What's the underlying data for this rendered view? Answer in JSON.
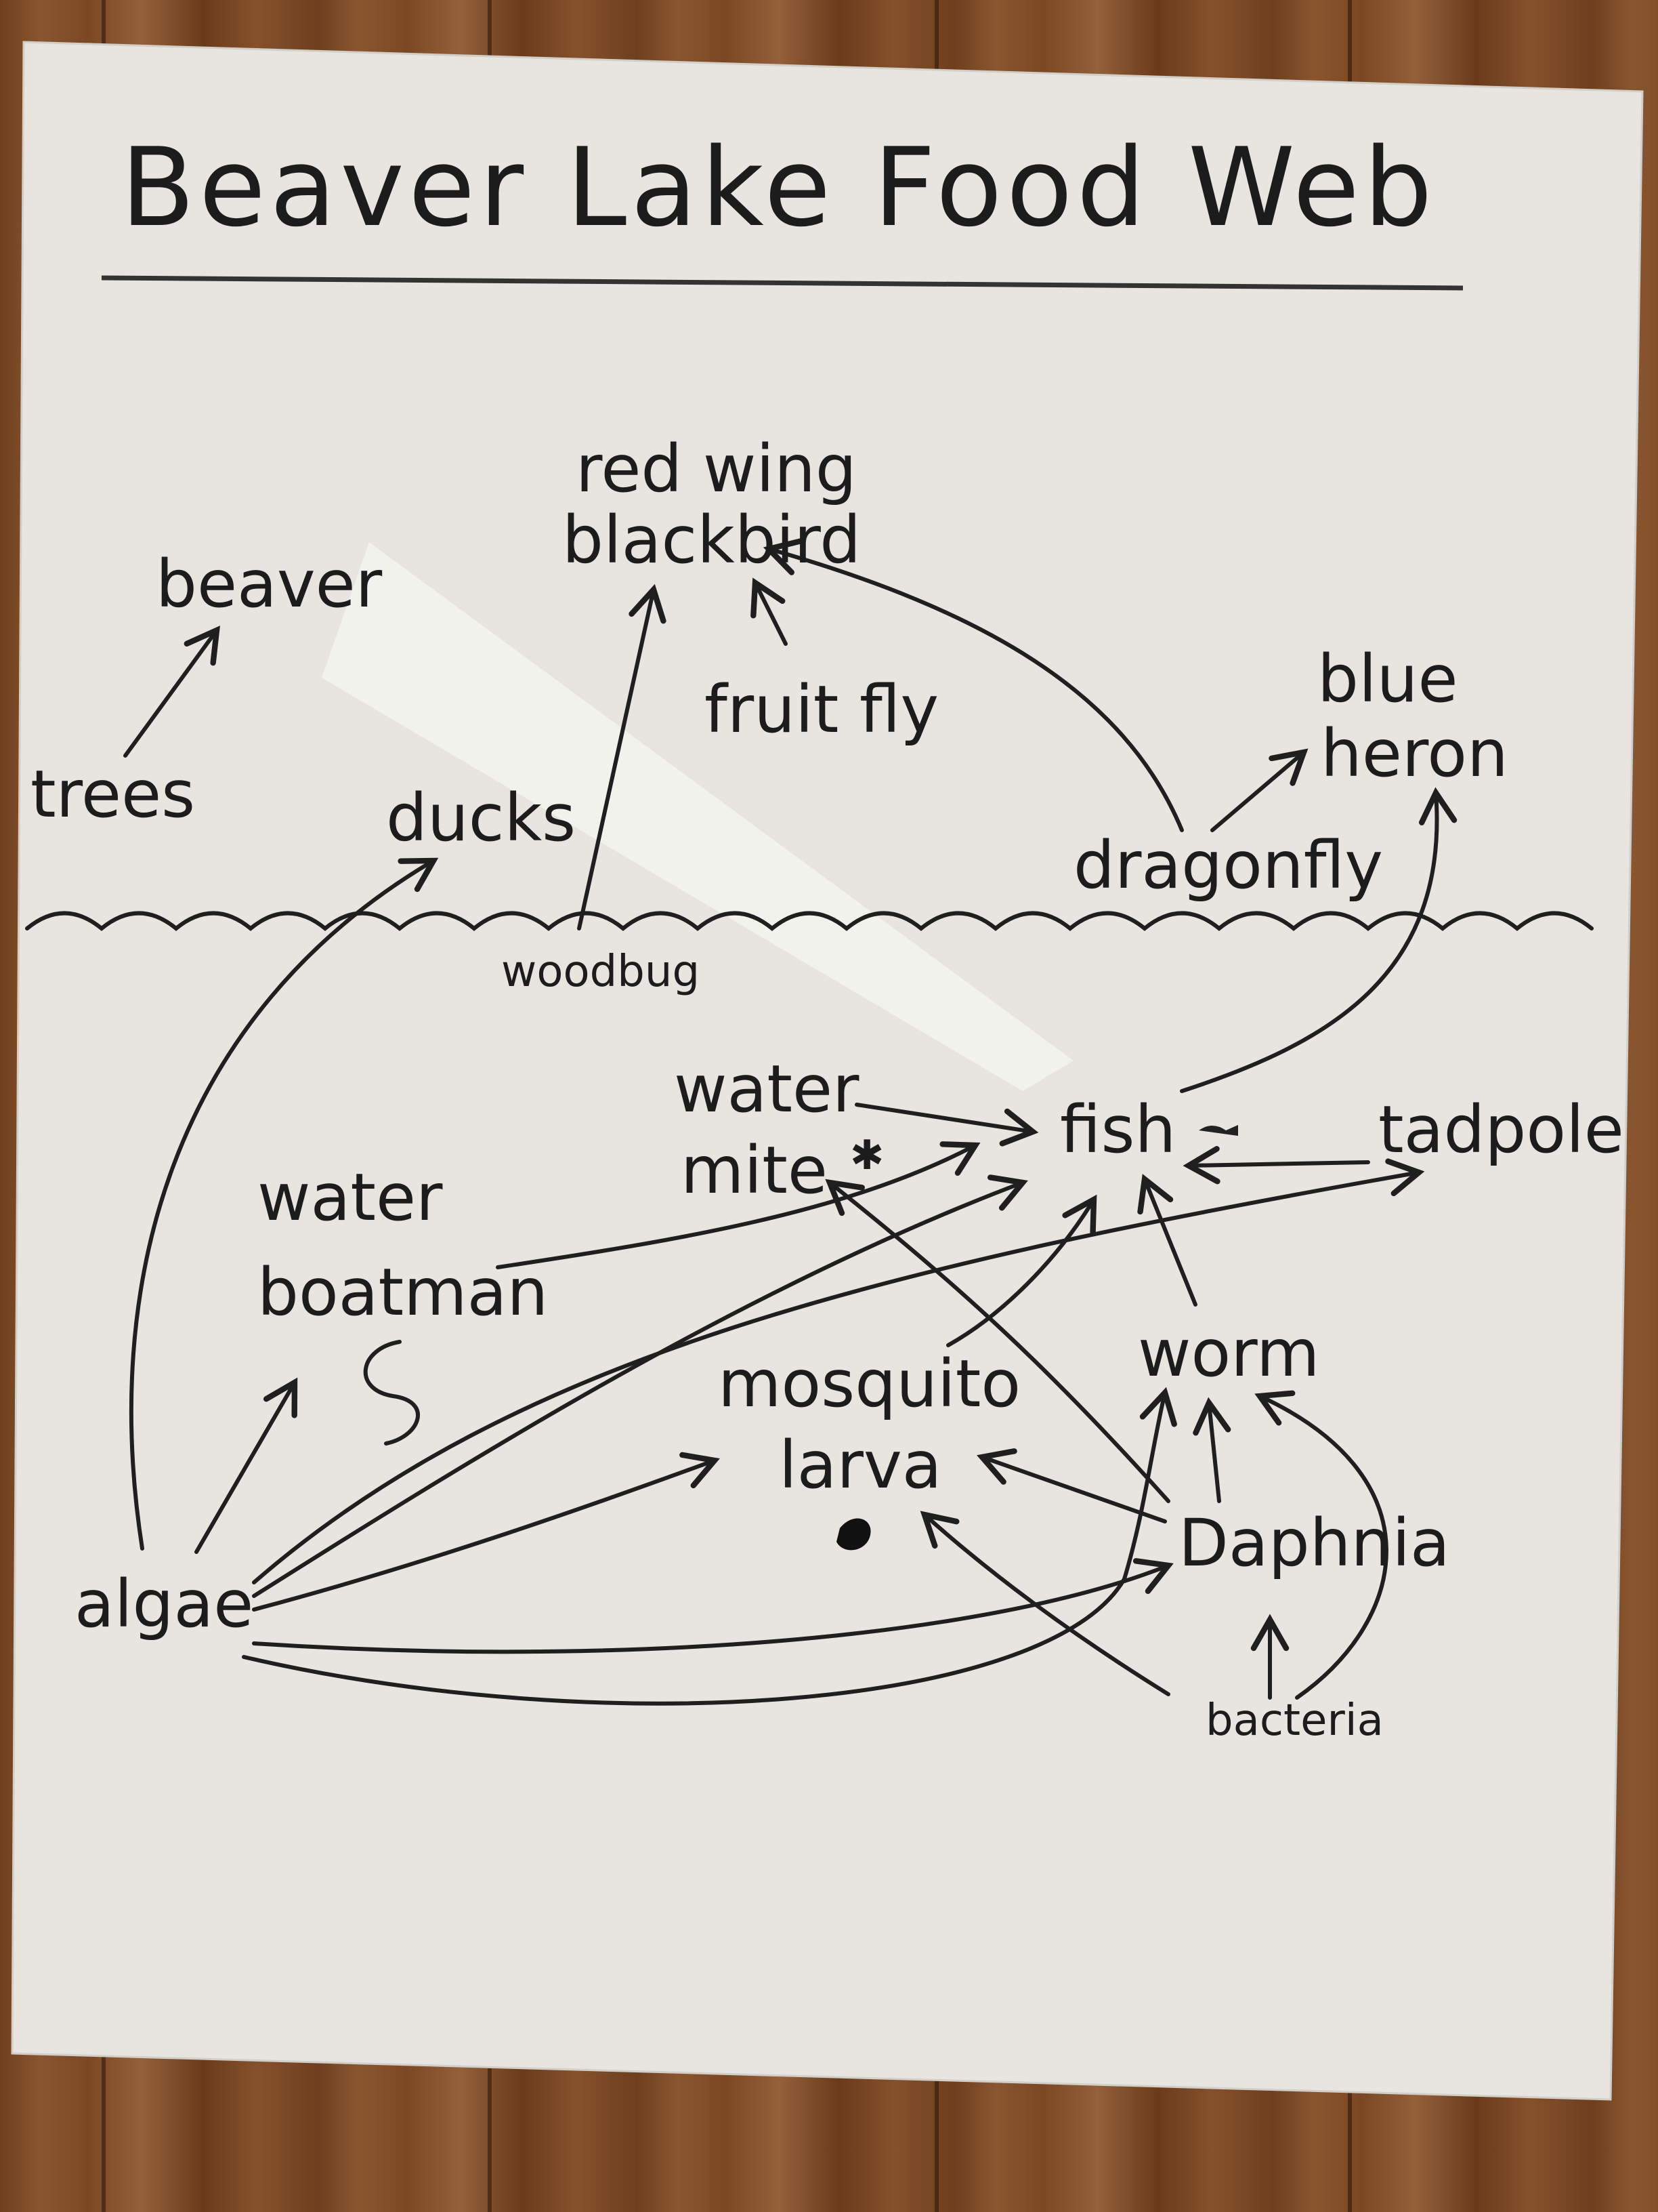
{
  "title": "Beaver Lake Food Web",
  "organisms": {
    "red_wing_blackbird": [
      "red wing",
      "blackbird"
    ],
    "beaver": "beaver",
    "trees": "trees",
    "fruit_fly": "fruit fly",
    "blue_heron": [
      "blue",
      "heron"
    ],
    "ducks": "ducks",
    "dragonfly": "dragonfly",
    "woodbug": "woodbug",
    "water_mite": [
      "water",
      "mite"
    ],
    "fish": "fish",
    "tadpole": "tadpole",
    "water_boatman": [
      "water",
      "boatman"
    ],
    "worm": "worm",
    "mosquito_larva": [
      "mosquito",
      "larva"
    ],
    "algae": "algae",
    "daphnia": "Daphnia",
    "bacteria": "bacteria"
  },
  "colors": {
    "paper": "#e9e6e1",
    "ink": "#1c1c1c",
    "wood": "#7a4a26"
  }
}
